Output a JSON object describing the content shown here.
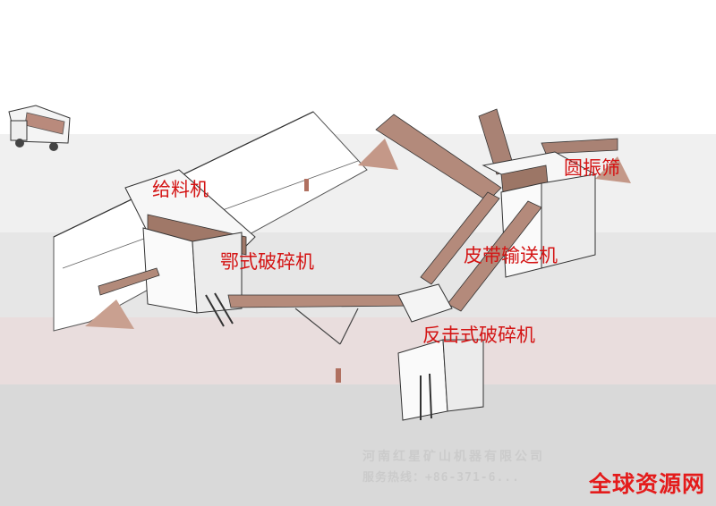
{
  "labels": {
    "feeder": "给料机",
    "jaw_crusher": "鄂式破碎机",
    "impact_crusher": "反击式破碎机",
    "belt_conveyor": "皮带输送机",
    "vibrating_screen": "圆振筛"
  },
  "watermark": {
    "company": "河南红星矿山机器有限公司",
    "hotline": "服务热线：+86-371-6..."
  },
  "brand": "全球资源网"
}
